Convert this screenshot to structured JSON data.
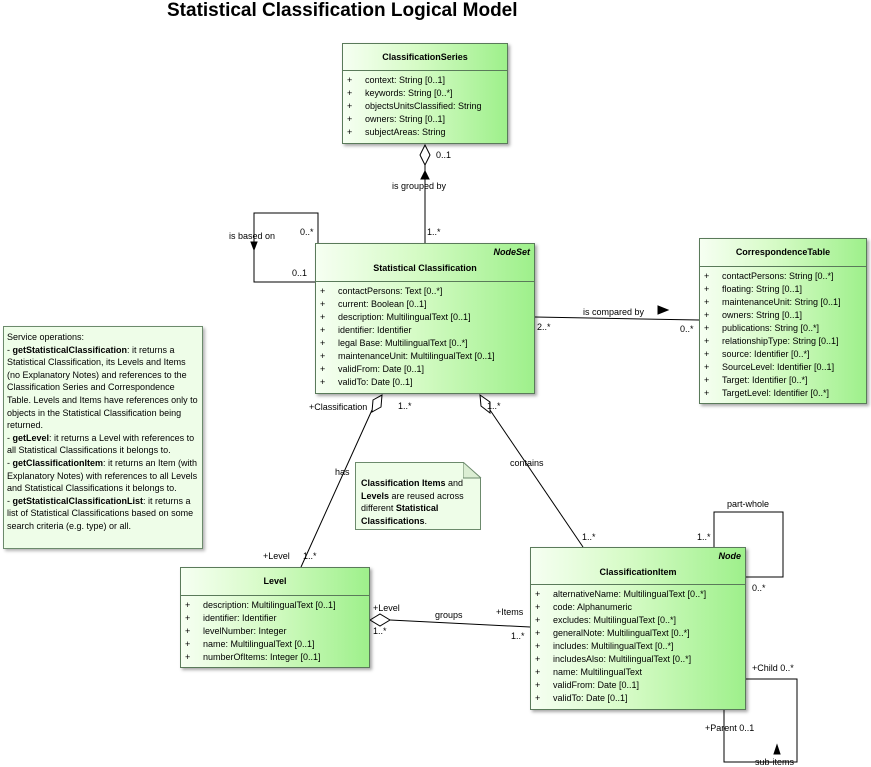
{
  "title": "Statistical Classification Logical Model",
  "classes": {
    "series": {
      "name": "ClassificationSeries",
      "attributes": [
        "context: String [0..1]",
        "keywords: String [0..*]",
        "objectsUnitsClassified: String",
        "owners: String [0..1]",
        "subjectAreas: String"
      ]
    },
    "statistical": {
      "stereotype": "NodeSet",
      "name": "Statistical Classification",
      "attributes": [
        "contactPersons: Text [0..*]",
        "current: Boolean [0..1]",
        "description: MultilingualText [0..1]",
        "identifier: Identifier",
        "legal Base: MultilingualText [0..*]",
        "maintenanceUnit: MultilingualText [0..1]",
        "validFrom: Date [0..1]",
        "validTo: Date [0..1]"
      ]
    },
    "correspondence": {
      "name": "CorrespondenceTable",
      "attributes": [
        "contactPersons: String [0..*]",
        "floating: String [0..1]",
        "maintenanceUnit: String [0..1]",
        "owners: String [0..1]",
        "publications: String [0..*]",
        "relationshipType: String [0..1]",
        "source: Identifier [0..*]",
        "SourceLevel: Identifier [0..1]",
        "Target: Identifier [0..*]",
        "TargetLevel: Identifier [0..*]"
      ]
    },
    "level": {
      "name": "Level",
      "attributes": [
        "description: MultilingualText [0..1]",
        "identifier: Identifier",
        "levelNumber: Integer",
        "name: MultilingualText [0..1]",
        "numberOfItems: Integer [0..1]"
      ]
    },
    "item": {
      "stereotype": "Node",
      "name": "ClassificationItem",
      "attributes": [
        "alternativeName: MultilingualText [0..*]",
        "code: Alphanumeric",
        "excludes: MultilingualText [0..*]",
        "generalNote: MultilingualText [0..*]",
        "includes: MultilingualText [0..*]",
        "includesAlso: MultilingualText [0..*]",
        "name: MultilingualText",
        "validFrom: Date [0..1]",
        "validTo: Date [0..1]"
      ]
    }
  },
  "visibility": "+",
  "labels": {
    "is_grouped_by": "is grouped by",
    "grouped_src": "0..1",
    "grouped_dst": "1..*",
    "is_based_on": "is based on",
    "based_a": "0..*",
    "based_b": "0..1",
    "is_compared_by": "is compared by",
    "compared_src": "2..*",
    "compared_dst": "0..*",
    "has": "has",
    "has_classification": "+Classification",
    "has_classification_mult": "1..*",
    "has_level": "+Level",
    "has_level_mult": "1..*",
    "contains": "contains",
    "contains_src": "1..*",
    "contains_dst": "1..*",
    "groups": "groups",
    "groups_level": "+Level",
    "groups_level_mult": "1..*",
    "groups_items": "+Items",
    "groups_items_mult": "1..*",
    "part_whole": "part-whole",
    "pw_a": "1..*",
    "pw_b": "0..*",
    "child": "+Child 0..*",
    "parent": "+Parent 0..1",
    "sub_items": "sub-items"
  },
  "service_note": {
    "heading": "Service operations:",
    "ops": [
      {
        "name": "getStatisticalClassification",
        "text": ": it returns a Statistical Classification, its Levels and Items (no Explanatory Notes) and references to the Classification Series and Correspondence Table. Levels and Items have references only to objects in the Statistical Classification being returned."
      },
      {
        "name": "getLevel",
        "text": ": it returns a Level with references to all Statistical Classifications it belongs to."
      },
      {
        "name": "getClassificationItem",
        "text": ": it returns an Item (with Explanatory Notes) with references to all Levels and Statistical Classifications it belongs to."
      },
      {
        "name": "getStatisticalClassificationList",
        "text": ": it returns a list of Statistical Classifications based on some search criteria (e.g. type) or all."
      }
    ]
  },
  "reuse_note": {
    "bold": "Classification Items",
    "middle": " and ",
    "bold2": "Levels",
    "rest": " are reused across different ",
    "bold3": "Statistical Classifications",
    "end": "."
  }
}
